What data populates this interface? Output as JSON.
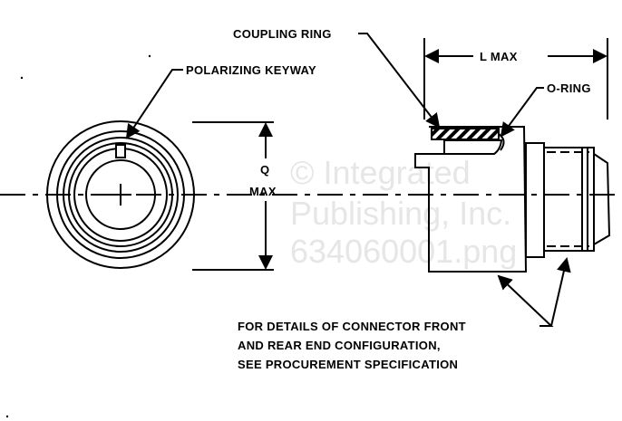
{
  "labels": {
    "coupling_ring": "COUPLING RING",
    "l_max": "L MAX",
    "o_ring": "O-RING",
    "polarizing_keyway": "POLARIZING KEYWAY",
    "q": "Q",
    "max": "MAX",
    "note_line1": "FOR DETAILS OF CONNECTOR FRONT",
    "note_line2": "AND REAR END CONFIGURATION,",
    "note_line3": "SEE PROCUREMENT SPECIFICATION"
  },
  "watermark": {
    "line1": "© Integrated",
    "line2": "Publishing, Inc.",
    "line3": "634060001.png"
  }
}
